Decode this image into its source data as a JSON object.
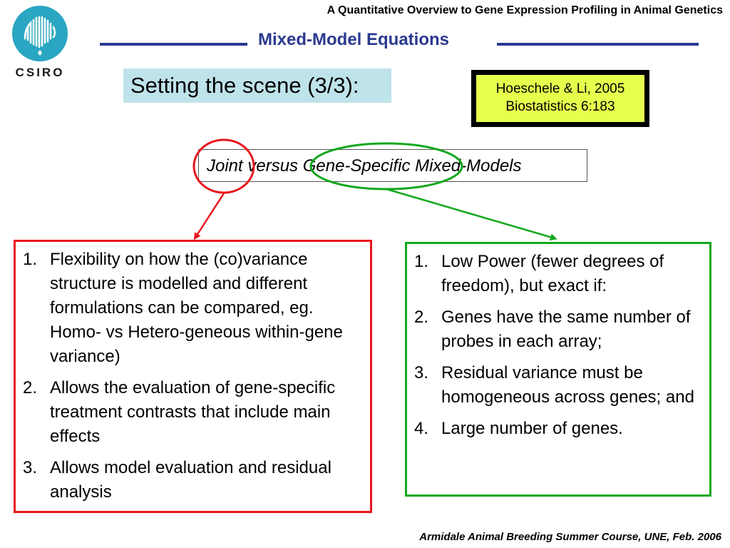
{
  "header": {
    "title": "A Quantitative Overview to Gene Expression Profiling in Animal Genetics",
    "section_title": "Mixed-Model Equations"
  },
  "logo": {
    "text": "CSIRO",
    "color": "#2aa6c2"
  },
  "scene": {
    "title": "Setting the scene (3/3):"
  },
  "reference": {
    "line1": "Hoeschele & Li, 2005",
    "line2": "Biostatistics 6:183",
    "background": "#e6ff4d"
  },
  "topic": {
    "text": "Joint versus Gene-Specific Mixed-Models"
  },
  "joint_panel": {
    "color": "#e8161d",
    "items": [
      {
        "num": "1.",
        "text": "Flexibility on how the (co)variance structure is modelled and different formulations can be compared, eg. Homo- vs Hetero-geneous within-gene variance)"
      },
      {
        "num": "2.",
        "text": "Allows the evaluation of gene-specific treatment contrasts that include main effects"
      },
      {
        "num": "3.",
        "text": "Allows model evaluation and residual analysis"
      }
    ]
  },
  "specific_panel": {
    "color": "#13a81e",
    "items": [
      {
        "num": "1.",
        "text": "Low Power (fewer degrees of freedom), but exact if:"
      },
      {
        "num": "2.",
        "text": "Genes have the same number of probes in each array;"
      },
      {
        "num": "3.",
        "text": "Residual variance must be homogeneous across genes; and"
      },
      {
        "num": "4.",
        "text": "Large number of genes."
      }
    ]
  },
  "footer": {
    "text": "Armidale Animal Breeding Summer Course, UNE, Feb. 2006"
  }
}
